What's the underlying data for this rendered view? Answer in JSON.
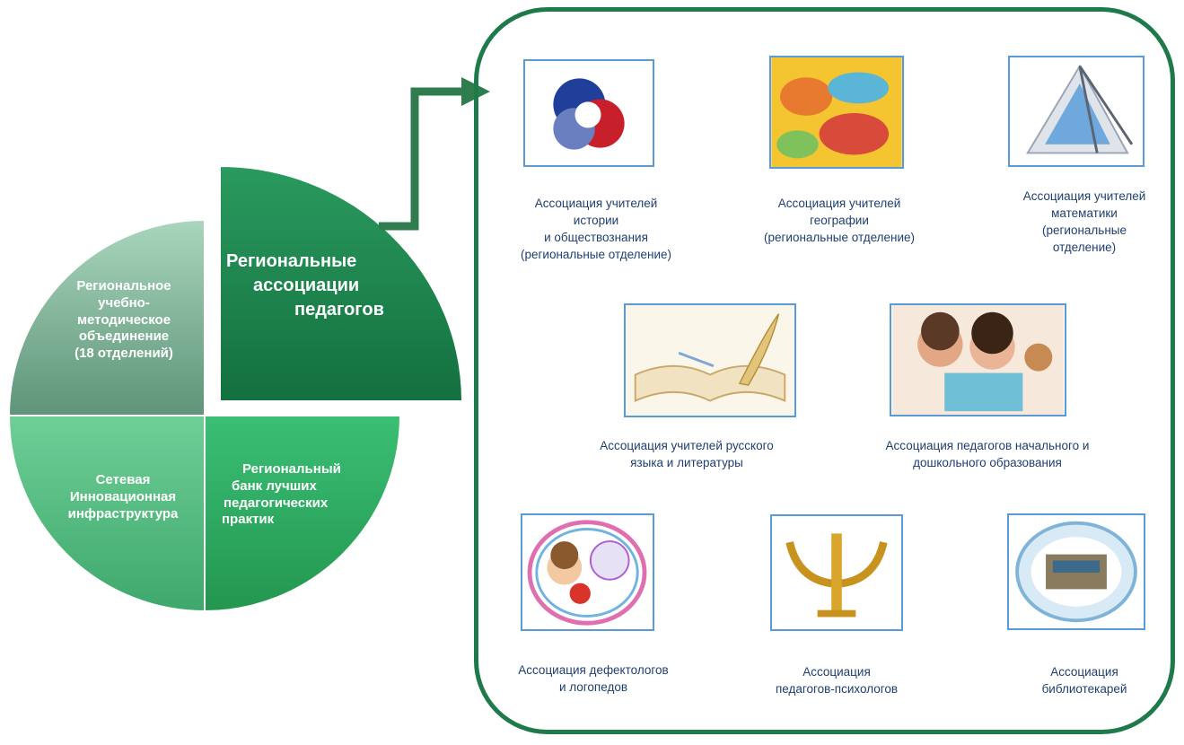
{
  "colors": {
    "frame": "#1e7a4a",
    "quadrant_top_left": "#6aa68c",
    "quadrant_top_right": "#1f8650",
    "quadrant_bottom_left": "#4fba7e",
    "quadrant_bottom_right": "#34b26a",
    "card_border": "#5b9bd5",
    "caption_text": "#1f3f6e"
  },
  "quadrants": {
    "top_left": {
      "lines": [
        "Региональное",
        "учебно-",
        "методическое",
        "объединение",
        "(18 отделений)"
      ]
    },
    "top_right": {
      "lines": [
        "Региональные",
        "ассоциации",
        "педагогов"
      ]
    },
    "bottom_left": {
      "lines": [
        "Сетевая",
        "Инновационная",
        "инфраструктура"
      ]
    },
    "bottom_right": {
      "lines": [
        "Региональный",
        "банк лучших",
        "педагогических",
        "практик"
      ]
    }
  },
  "associations": [
    {
      "icon": "social-studies-logo-icon",
      "lines": [
        "Ассоциация учителей",
        "истории",
        "и обществознания",
        "(региональные отделение)"
      ]
    },
    {
      "icon": "globe-map-icon",
      "lines": [
        "Ассоциация учителей",
        "географии",
        "(региональные отделение)"
      ]
    },
    {
      "icon": "geometry-tools-icon",
      "lines": [
        "Ассоциация учителей",
        "математики",
        "(региональные",
        "отделение)"
      ]
    },
    {
      "icon": "book-quill-icon",
      "lines": [
        "Ассоциация учителей русского",
        "языка и литературы"
      ]
    },
    {
      "icon": "children-reading-icon",
      "lines": [
        "Ассоциация педагогов начального и",
        "дошкольного образования"
      ]
    },
    {
      "icon": "speech-therapy-child-icon",
      "lines": [
        "Ассоциация дефектологов",
        "и логопедов"
      ]
    },
    {
      "icon": "psi-letter-icon",
      "lines": [
        "Ассоциация",
        "педагогов-психологов"
      ]
    },
    {
      "icon": "library-badge-icon",
      "lines": [
        "Ассоциация",
        "библиотекарей"
      ]
    }
  ]
}
